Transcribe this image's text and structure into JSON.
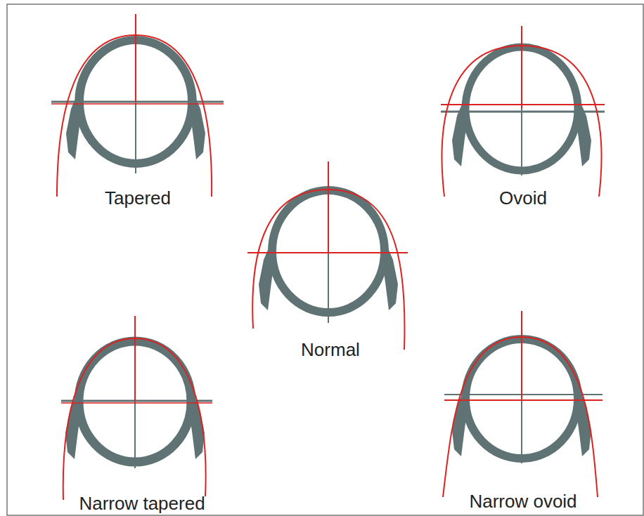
{
  "diagram": {
    "labels": [
      "Tapered",
      "Ovoid",
      "Normal",
      "Narrow tapered",
      "Narrow ovoid"
    ]
  }
}
